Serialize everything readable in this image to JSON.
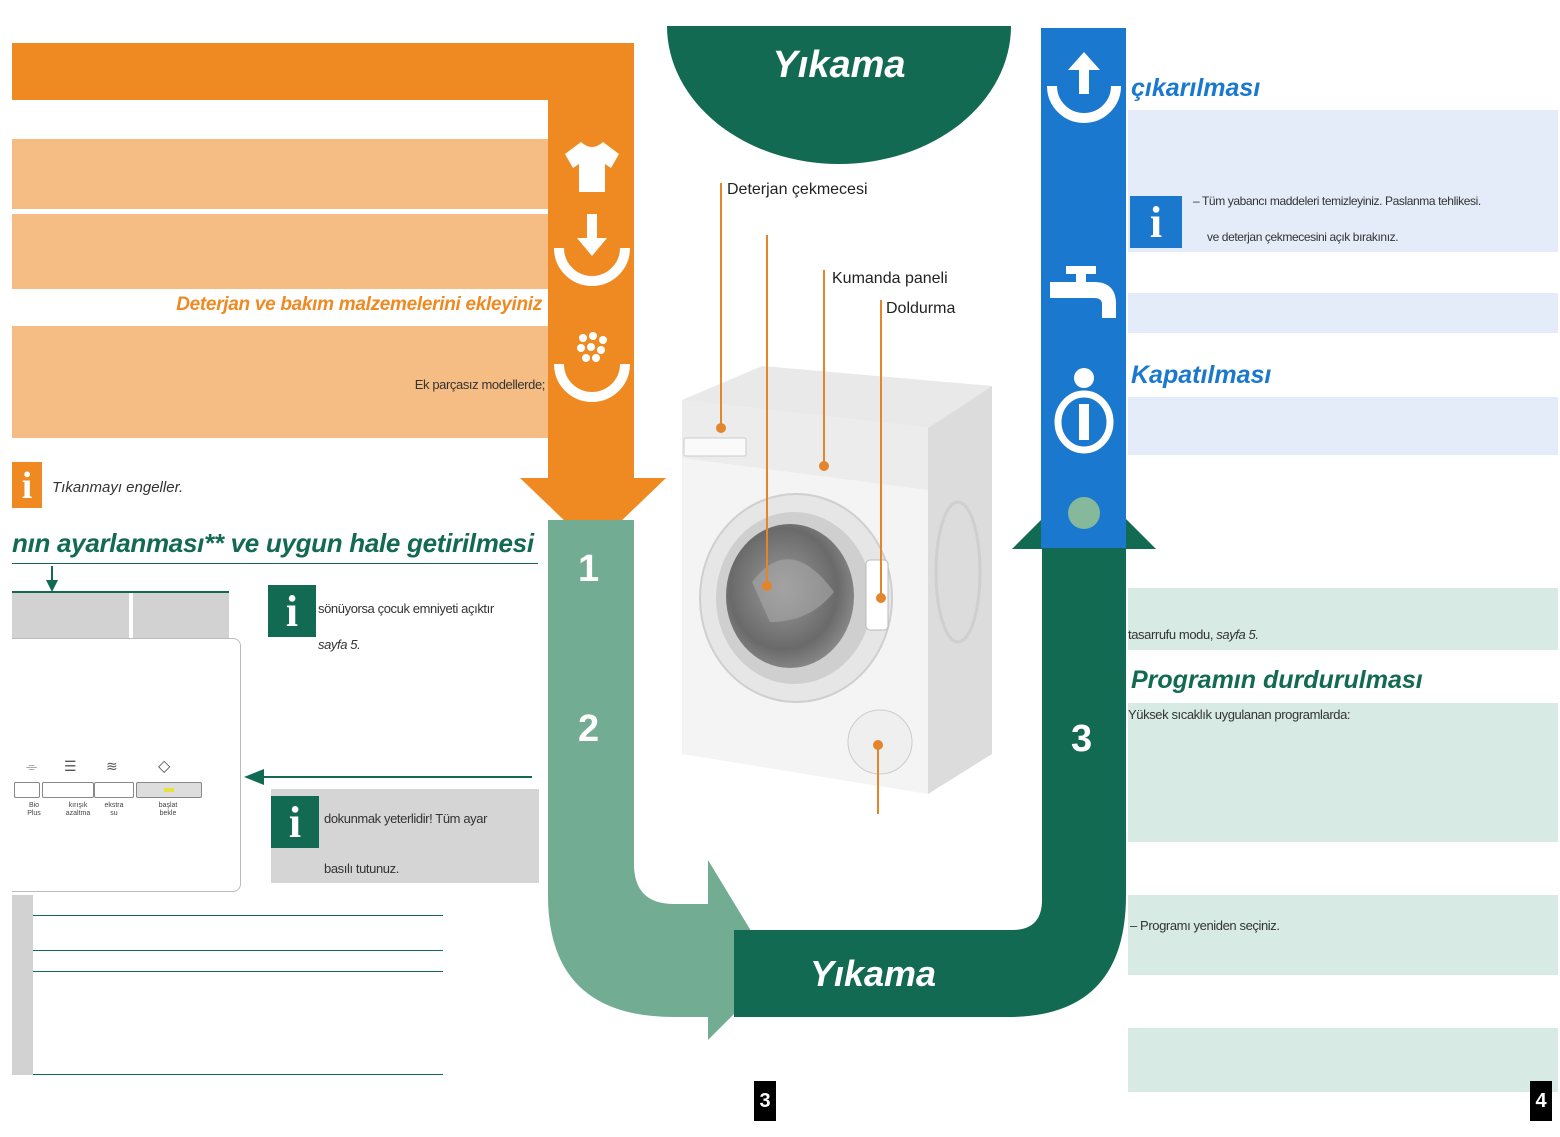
{
  "flow": {
    "top_title": "Yıkama",
    "bottom_title": "Yıkama",
    "step1": "1",
    "step2": "2",
    "step3": "3"
  },
  "left": {
    "orange_heading": "Deterjan ve bakım malzemelerini ekleyiniz",
    "orange_note": "Ek parçasız modellerde;",
    "info1_text": "Tıkanmayı engeller.",
    "green_heading": "nın ayarlanması** ve uygun hale getirilmesi",
    "info2_line1": "sönüyorsa çocuk emniyeti açıktır",
    "info2_line2": "sayfa 5.",
    "info3_line1": "dokunmak yeterlidir! Tüm ayar",
    "info3_line2": "basılı tutunuz.",
    "panel_buttons": [
      {
        "icon": "ʘ",
        "label": "Bio\nPlus"
      },
      {
        "icon": "≡",
        "label": "kırışık\nazaltma"
      },
      {
        "icon": "⩸",
        "label": "ekstra\nsu"
      },
      {
        "icon": "◇",
        "label": "başlat\nbekle"
      }
    ]
  },
  "center": {
    "label_detergent": "Deterjan çekmecesi",
    "label_control": "Kumanda paneli",
    "label_fill": "Doldurma"
  },
  "right": {
    "heading1": "çıkarılması",
    "info_line1": "– Tüm yabancı maddeleri temizleyiniz. Paslanma tehlikesi.",
    "info_line2": "ve deterjan çekmecesini açık bırakınız.",
    "heading2": "Kapatılması",
    "eco_text_plain": "tasarrufu modu, ",
    "eco_text_italic": "sayfa 5.",
    "heading3": "Programın durdurulması",
    "high_temp_text": "Yüksek sıcaklık uygulanan programlarda:",
    "reselect_text": "– Programı yeniden seçiniz."
  },
  "pages": {
    "page_left": "3",
    "page_right": "4"
  },
  "colors": {
    "orange": "#ef8a22",
    "light_orange": "#f5bd83",
    "teal": "#72ad93",
    "dark_green": "#136a52",
    "blue": "#1a78cf"
  }
}
